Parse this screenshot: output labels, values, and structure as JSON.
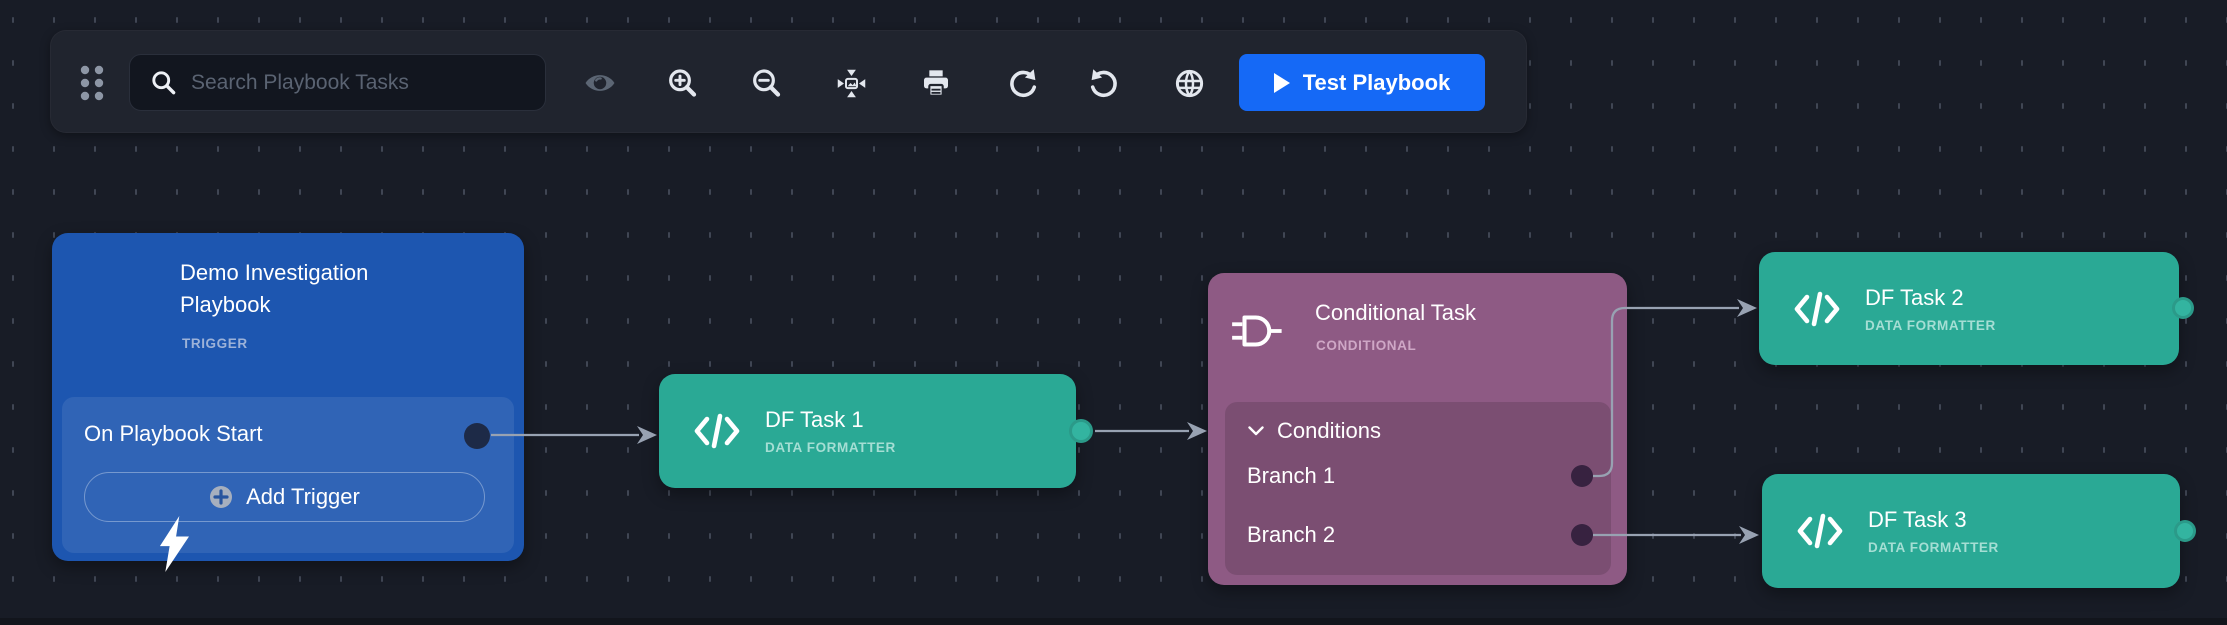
{
  "app": {
    "background_color": "#181c26",
    "grid_dot_color": "#404654",
    "edge_color": "#98a2b2"
  },
  "toolbar": {
    "search_placeholder": "Search Playbook Tasks",
    "test_playbook_label": "Test Playbook",
    "test_playbook_color": "#1569f6",
    "icon_buttons": [
      "visibility",
      "zoom-in",
      "zoom-out",
      "fit-to-screen",
      "print",
      "redo",
      "undo",
      "globe"
    ]
  },
  "nodes": {
    "trigger": {
      "title": "Demo Investigation Playbook",
      "type_label": "TRIGGER",
      "row_label": "On Playbook Start",
      "add_trigger_label": "Add Trigger",
      "color": "#1d56b0",
      "icon": "lightning-bolt"
    },
    "df1": {
      "title": "DF Task 1",
      "type_label": "DATA FORMATTER",
      "color": "#2aa995",
      "icon": "code"
    },
    "conditional": {
      "title": "Conditional Task",
      "type_label": "CONDITIONAL",
      "conditions_label": "Conditions",
      "branch1_label": "Branch 1",
      "branch2_label": "Branch 2",
      "color": "#8e5a84",
      "icon": "logic-gate"
    },
    "df2": {
      "title": "DF Task 2",
      "type_label": "DATA FORMATTER",
      "color": "#2aa995",
      "icon": "code"
    },
    "df3": {
      "title": "DF Task 3",
      "type_label": "DATA FORMATTER",
      "color": "#2aa995",
      "icon": "code"
    }
  },
  "edges": [
    {
      "from": "trigger/on-playbook-start",
      "to": "df1"
    },
    {
      "from": "df1",
      "to": "conditional"
    },
    {
      "from": "conditional/branch-1",
      "to": "df2"
    },
    {
      "from": "conditional/branch-2",
      "to": "df3"
    }
  ]
}
